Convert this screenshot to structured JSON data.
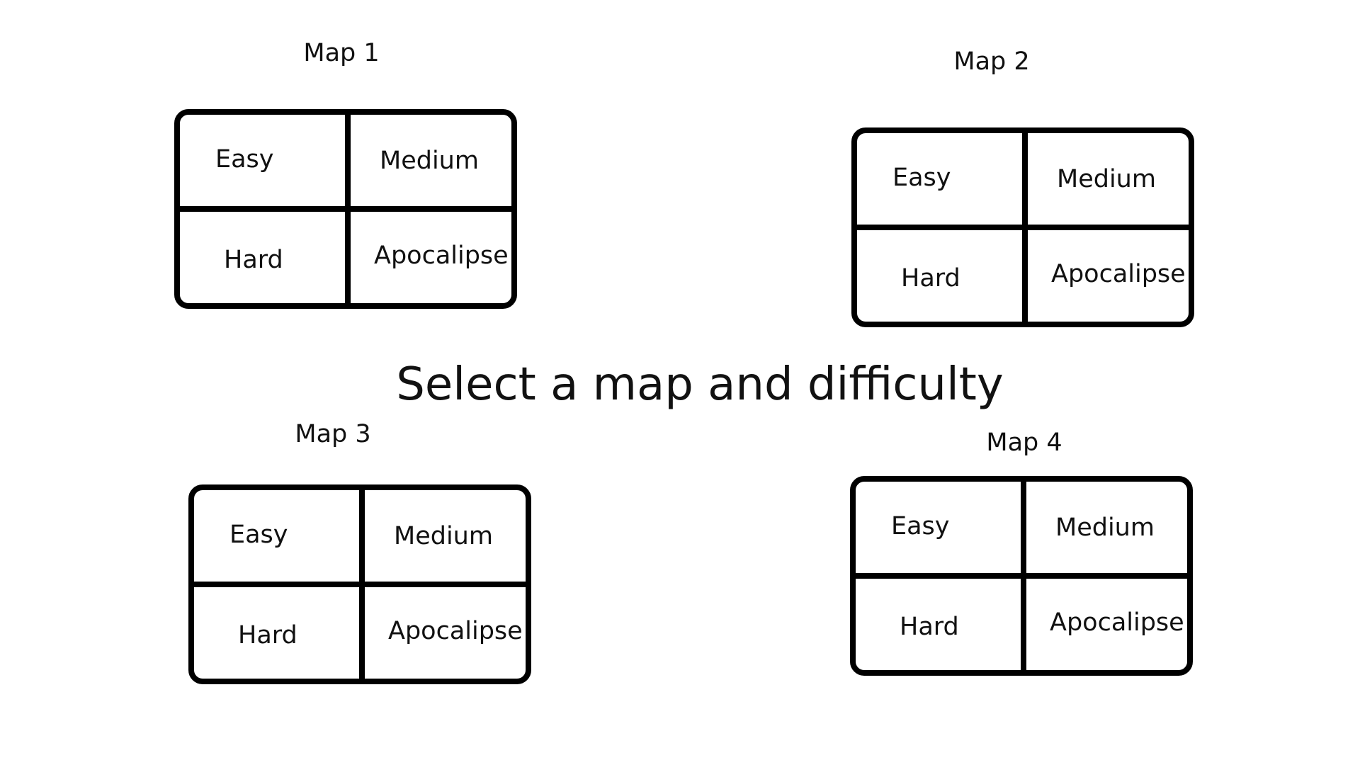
{
  "title": "Select a map and difficulty",
  "maps": [
    {
      "label": "Map 1",
      "options": {
        "easy": "Easy",
        "medium": "Medium",
        "hard": "Hard",
        "apocalypse": "Apocalipse"
      }
    },
    {
      "label": "Map 2",
      "options": {
        "easy": "Easy",
        "medium": "Medium",
        "hard": "Hard",
        "apocalypse": "Apocalipse"
      }
    },
    {
      "label": "Map 3",
      "options": {
        "easy": "Easy",
        "medium": "Medium",
        "hard": "Hard",
        "apocalypse": "Apocalipse"
      }
    },
    {
      "label": "Map 4",
      "options": {
        "easy": "Easy",
        "medium": "Medium",
        "hard": "Hard",
        "apocalypse": "Apocalipse"
      }
    }
  ]
}
